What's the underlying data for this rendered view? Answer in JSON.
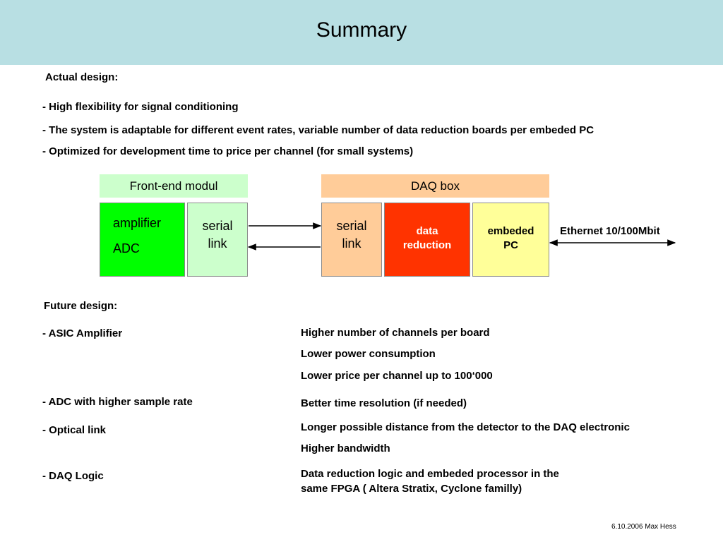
{
  "title": "Summary",
  "actual": {
    "heading": "Actual design:",
    "bullets": [
      "-  High flexibility for signal conditioning",
      "-  The system is adaptable for different event rates,  variable number of data reduction boards per embeded PC",
      "-  Optimized for development time to price per channel (for small systems)"
    ]
  },
  "diagram": {
    "frontend_label": "Front-end modul",
    "daq_label": "DAQ box",
    "amplifier": "amplifier",
    "adc": "ADC",
    "serial1": "serial",
    "link1": "link",
    "serial2": "serial",
    "link2": "link",
    "data": "data",
    "reduction": "reduction",
    "embeded": "embeded",
    "pc": "PC",
    "ethernet": "Ethernet 10/100Mbit",
    "colors": {
      "frontend_header": "#ccffcc",
      "daq_header": "#ffcc99",
      "amplifier_box": "#00ff00",
      "serial_front": "#ccffcc",
      "serial_daq": "#ffcc99",
      "data_reduction": "#ff3300",
      "embeded_pc": "#ffff99"
    }
  },
  "future": {
    "heading": "Future design:",
    "items": [
      {
        "left": "-  ASIC Amplifier",
        "right": [
          "Higher number of channels per board",
          "Lower power consumption",
          "Lower price per channel up to 100‘000"
        ]
      },
      {
        "left": "-  ADC with higher sample rate",
        "right": [
          "Better time resolution (if needed)"
        ]
      },
      {
        "left": "-  Optical link",
        "right": [
          "Longer possible distance from the detector to the DAQ electronic",
          "Higher bandwidth"
        ]
      },
      {
        "left": "-  DAQ Logic",
        "right": [
          "Data reduction logic and embeded processor in the",
          "same FPGA ( Altera Stratix, Cyclone familly)"
        ]
      }
    ]
  },
  "footer": "6.10.2006  Max Hess"
}
